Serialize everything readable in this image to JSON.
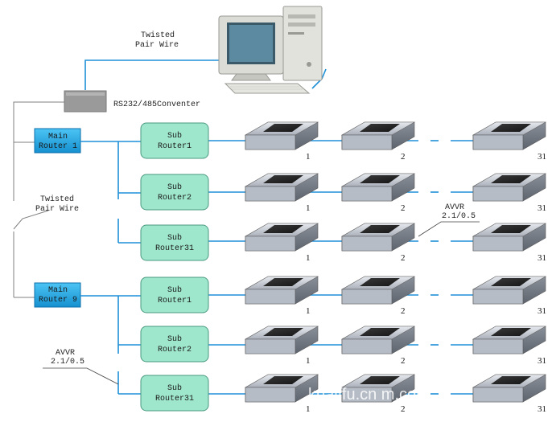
{
  "top": {
    "twisted_label_1": "Twisted",
    "twisted_label_2": "Pair Wire",
    "converter_label": "RS232/485Conventer"
  },
  "side": {
    "twisted_label_1": "Twisted",
    "twisted_label_2": "Pair Wire"
  },
  "main_routers": [
    {
      "line1": "Main",
      "line2": "Router 1"
    },
    {
      "line1": "Main",
      "line2": "Router 9"
    }
  ],
  "sub_routers": [
    {
      "line1": "Sub",
      "line2": "Router1"
    },
    {
      "line1": "Sub",
      "line2": "Router2"
    },
    {
      "line1": "Sub",
      "line2": "Router31"
    },
    {
      "line1": "Sub",
      "line2": "Router1"
    },
    {
      "line1": "Sub",
      "line2": "Router2"
    },
    {
      "line1": "Sub",
      "line2": "Router31"
    }
  ],
  "unit_numbers": [
    "1",
    "2",
    "31"
  ],
  "avvr_labels": [
    {
      "line1": "AVVR",
      "line2": "2.1/0.5"
    },
    {
      "line1": "AVVR",
      "line2": "2.1/0.5"
    }
  ],
  "watermark": "kuaiffu.cn      m.com",
  "colors": {
    "wire": "#1e90d8",
    "main_router": "#22a8e8",
    "sub_router": "#9ee6cc",
    "converter": "#9a9a9a"
  }
}
